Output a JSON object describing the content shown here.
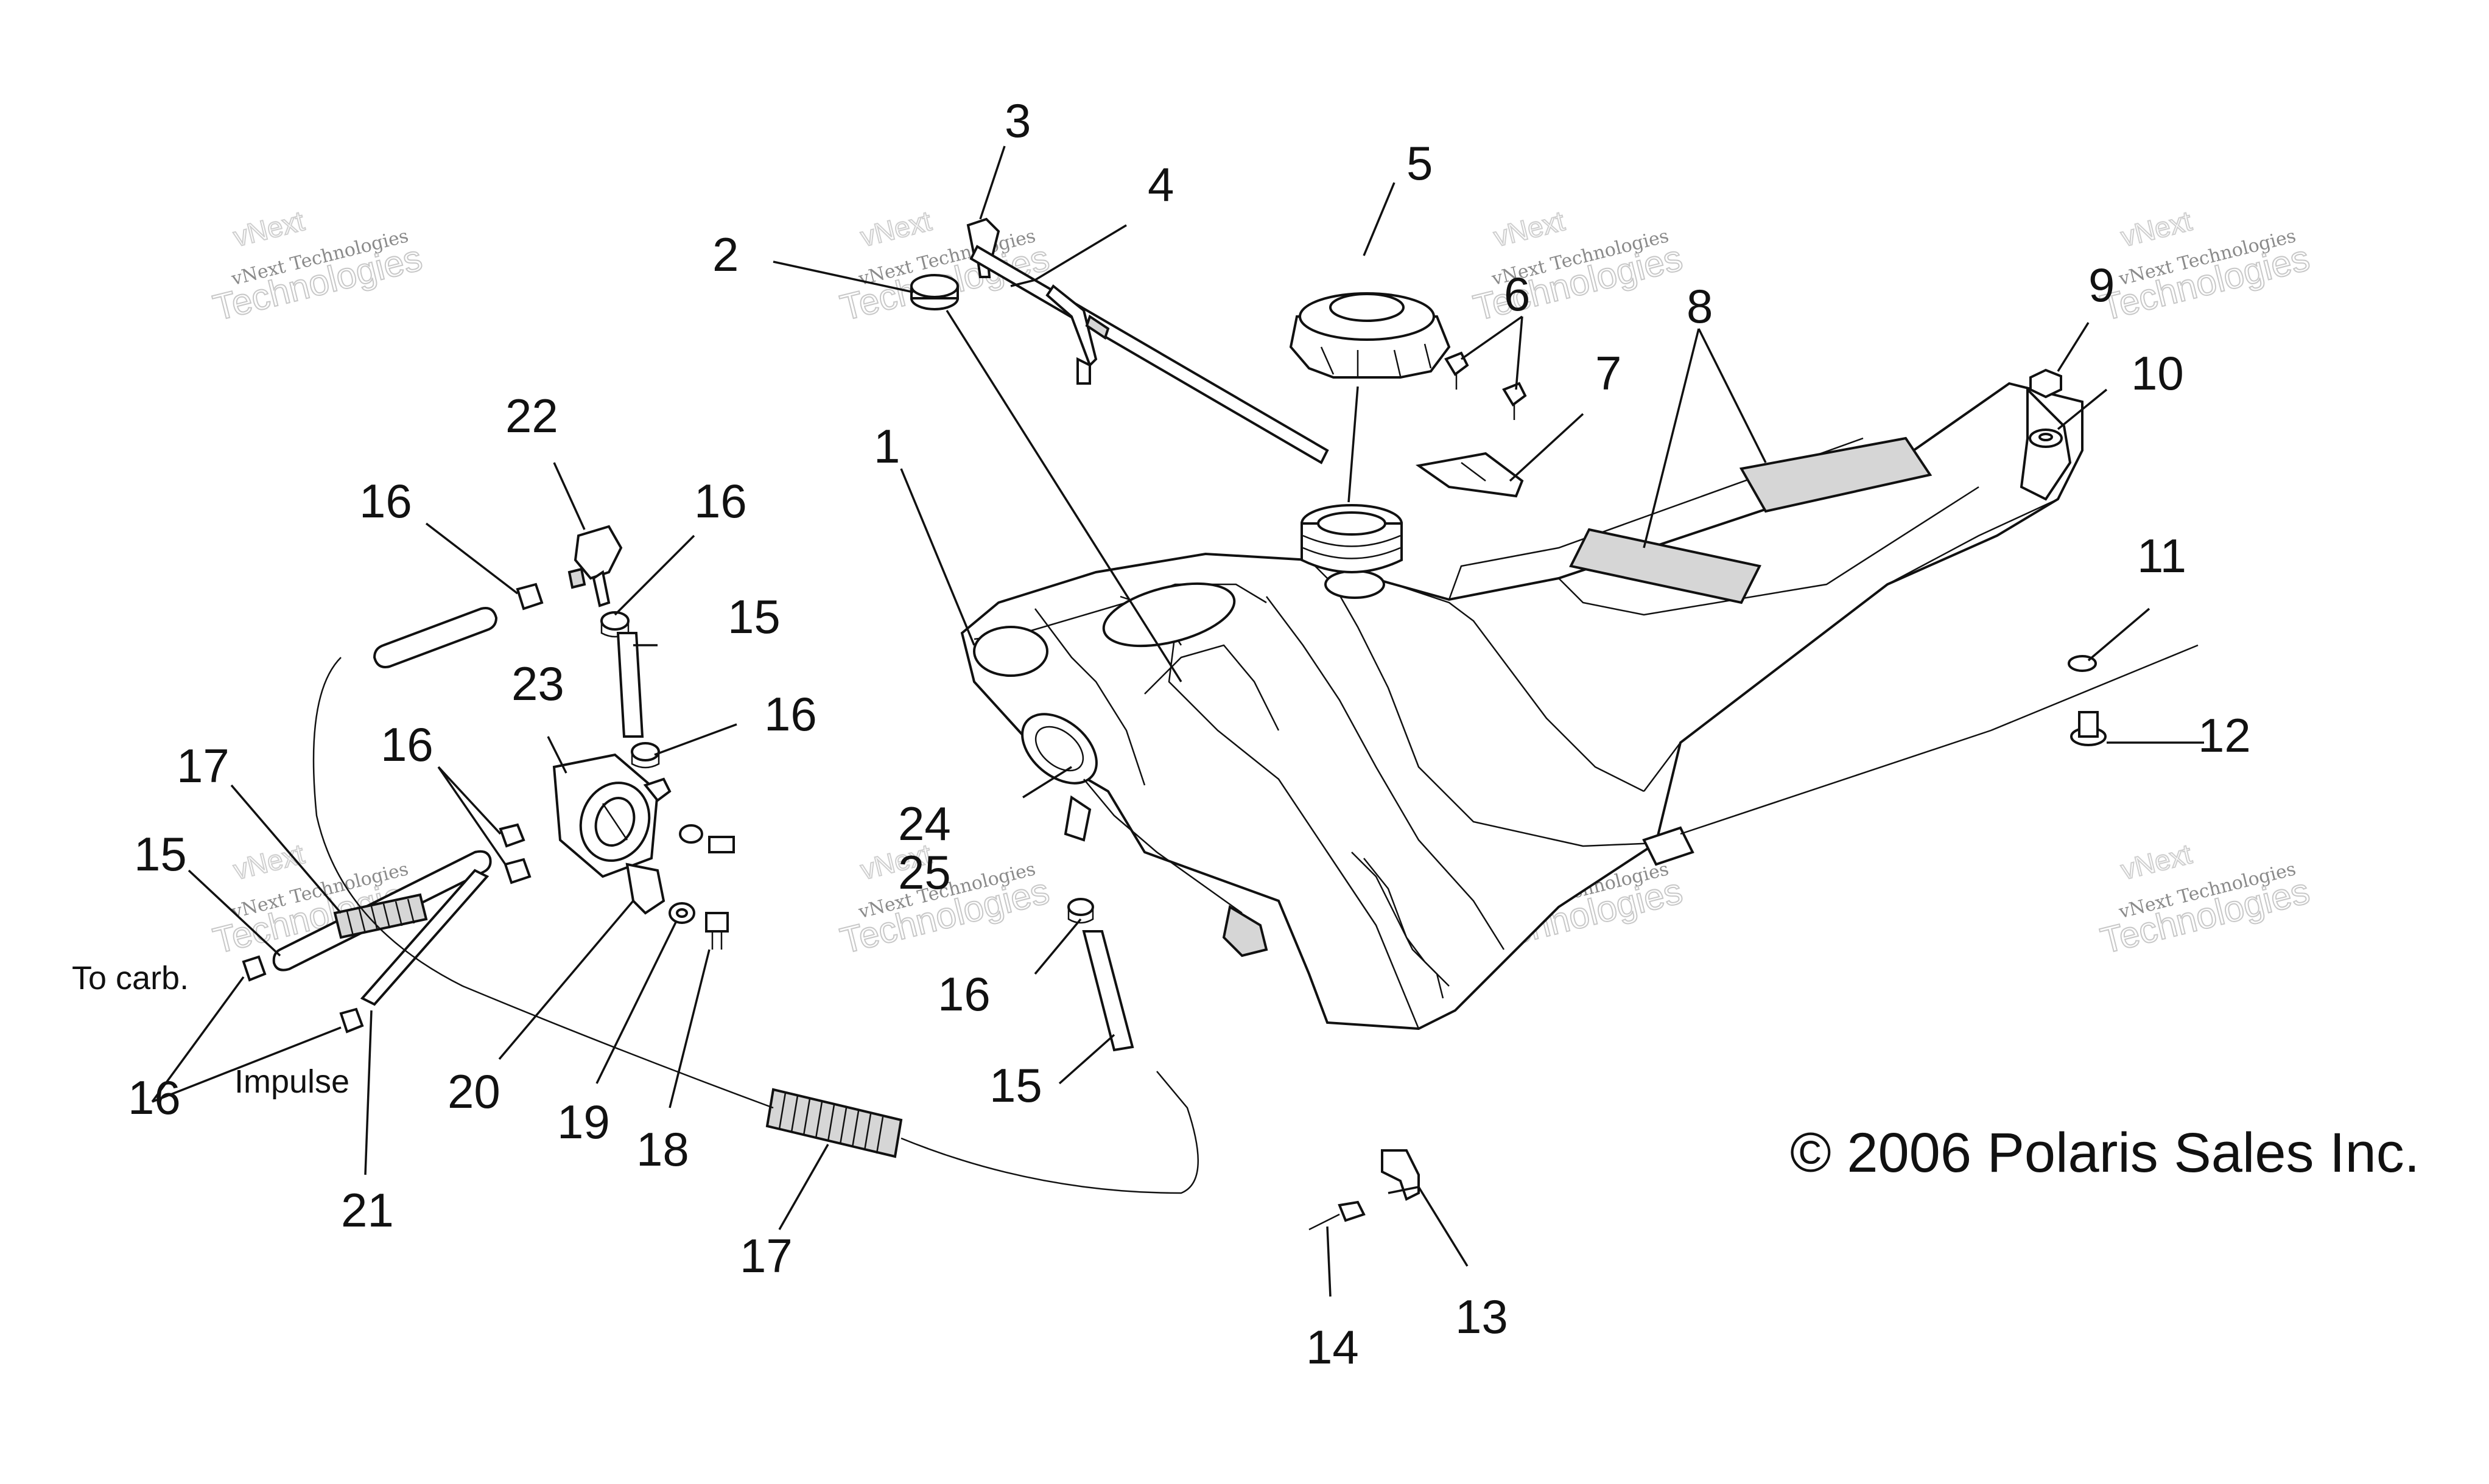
{
  "callouts": [
    {
      "id": "1",
      "label": "1"
    },
    {
      "id": "2",
      "label": "2"
    },
    {
      "id": "3",
      "label": "3"
    },
    {
      "id": "4",
      "label": "4"
    },
    {
      "id": "5",
      "label": "5"
    },
    {
      "id": "6",
      "label": "6"
    },
    {
      "id": "7",
      "label": "7"
    },
    {
      "id": "8",
      "label": "8"
    },
    {
      "id": "9",
      "label": "9"
    },
    {
      "id": "10",
      "label": "10"
    },
    {
      "id": "11",
      "label": "11"
    },
    {
      "id": "12",
      "label": "12"
    },
    {
      "id": "13",
      "label": "13"
    },
    {
      "id": "14",
      "label": "14"
    },
    {
      "id": "15",
      "label": "15"
    },
    {
      "id": "16",
      "label": "16"
    },
    {
      "id": "17",
      "label": "17"
    },
    {
      "id": "18",
      "label": "18"
    },
    {
      "id": "19",
      "label": "19"
    },
    {
      "id": "20",
      "label": "20"
    },
    {
      "id": "21",
      "label": "21"
    },
    {
      "id": "22",
      "label": "22"
    },
    {
      "id": "23",
      "label": "23"
    },
    {
      "id": "24",
      "label": "24"
    },
    {
      "id": "25",
      "label": "25"
    }
  ],
  "notes": {
    "to_carb": "To carb.",
    "impulse": "Impulse"
  },
  "copyright": "© 2006 Polaris Sales Inc.",
  "watermark": {
    "line1": "vNext",
    "line2": "vNext Technologies",
    "line3": "Technologies"
  }
}
